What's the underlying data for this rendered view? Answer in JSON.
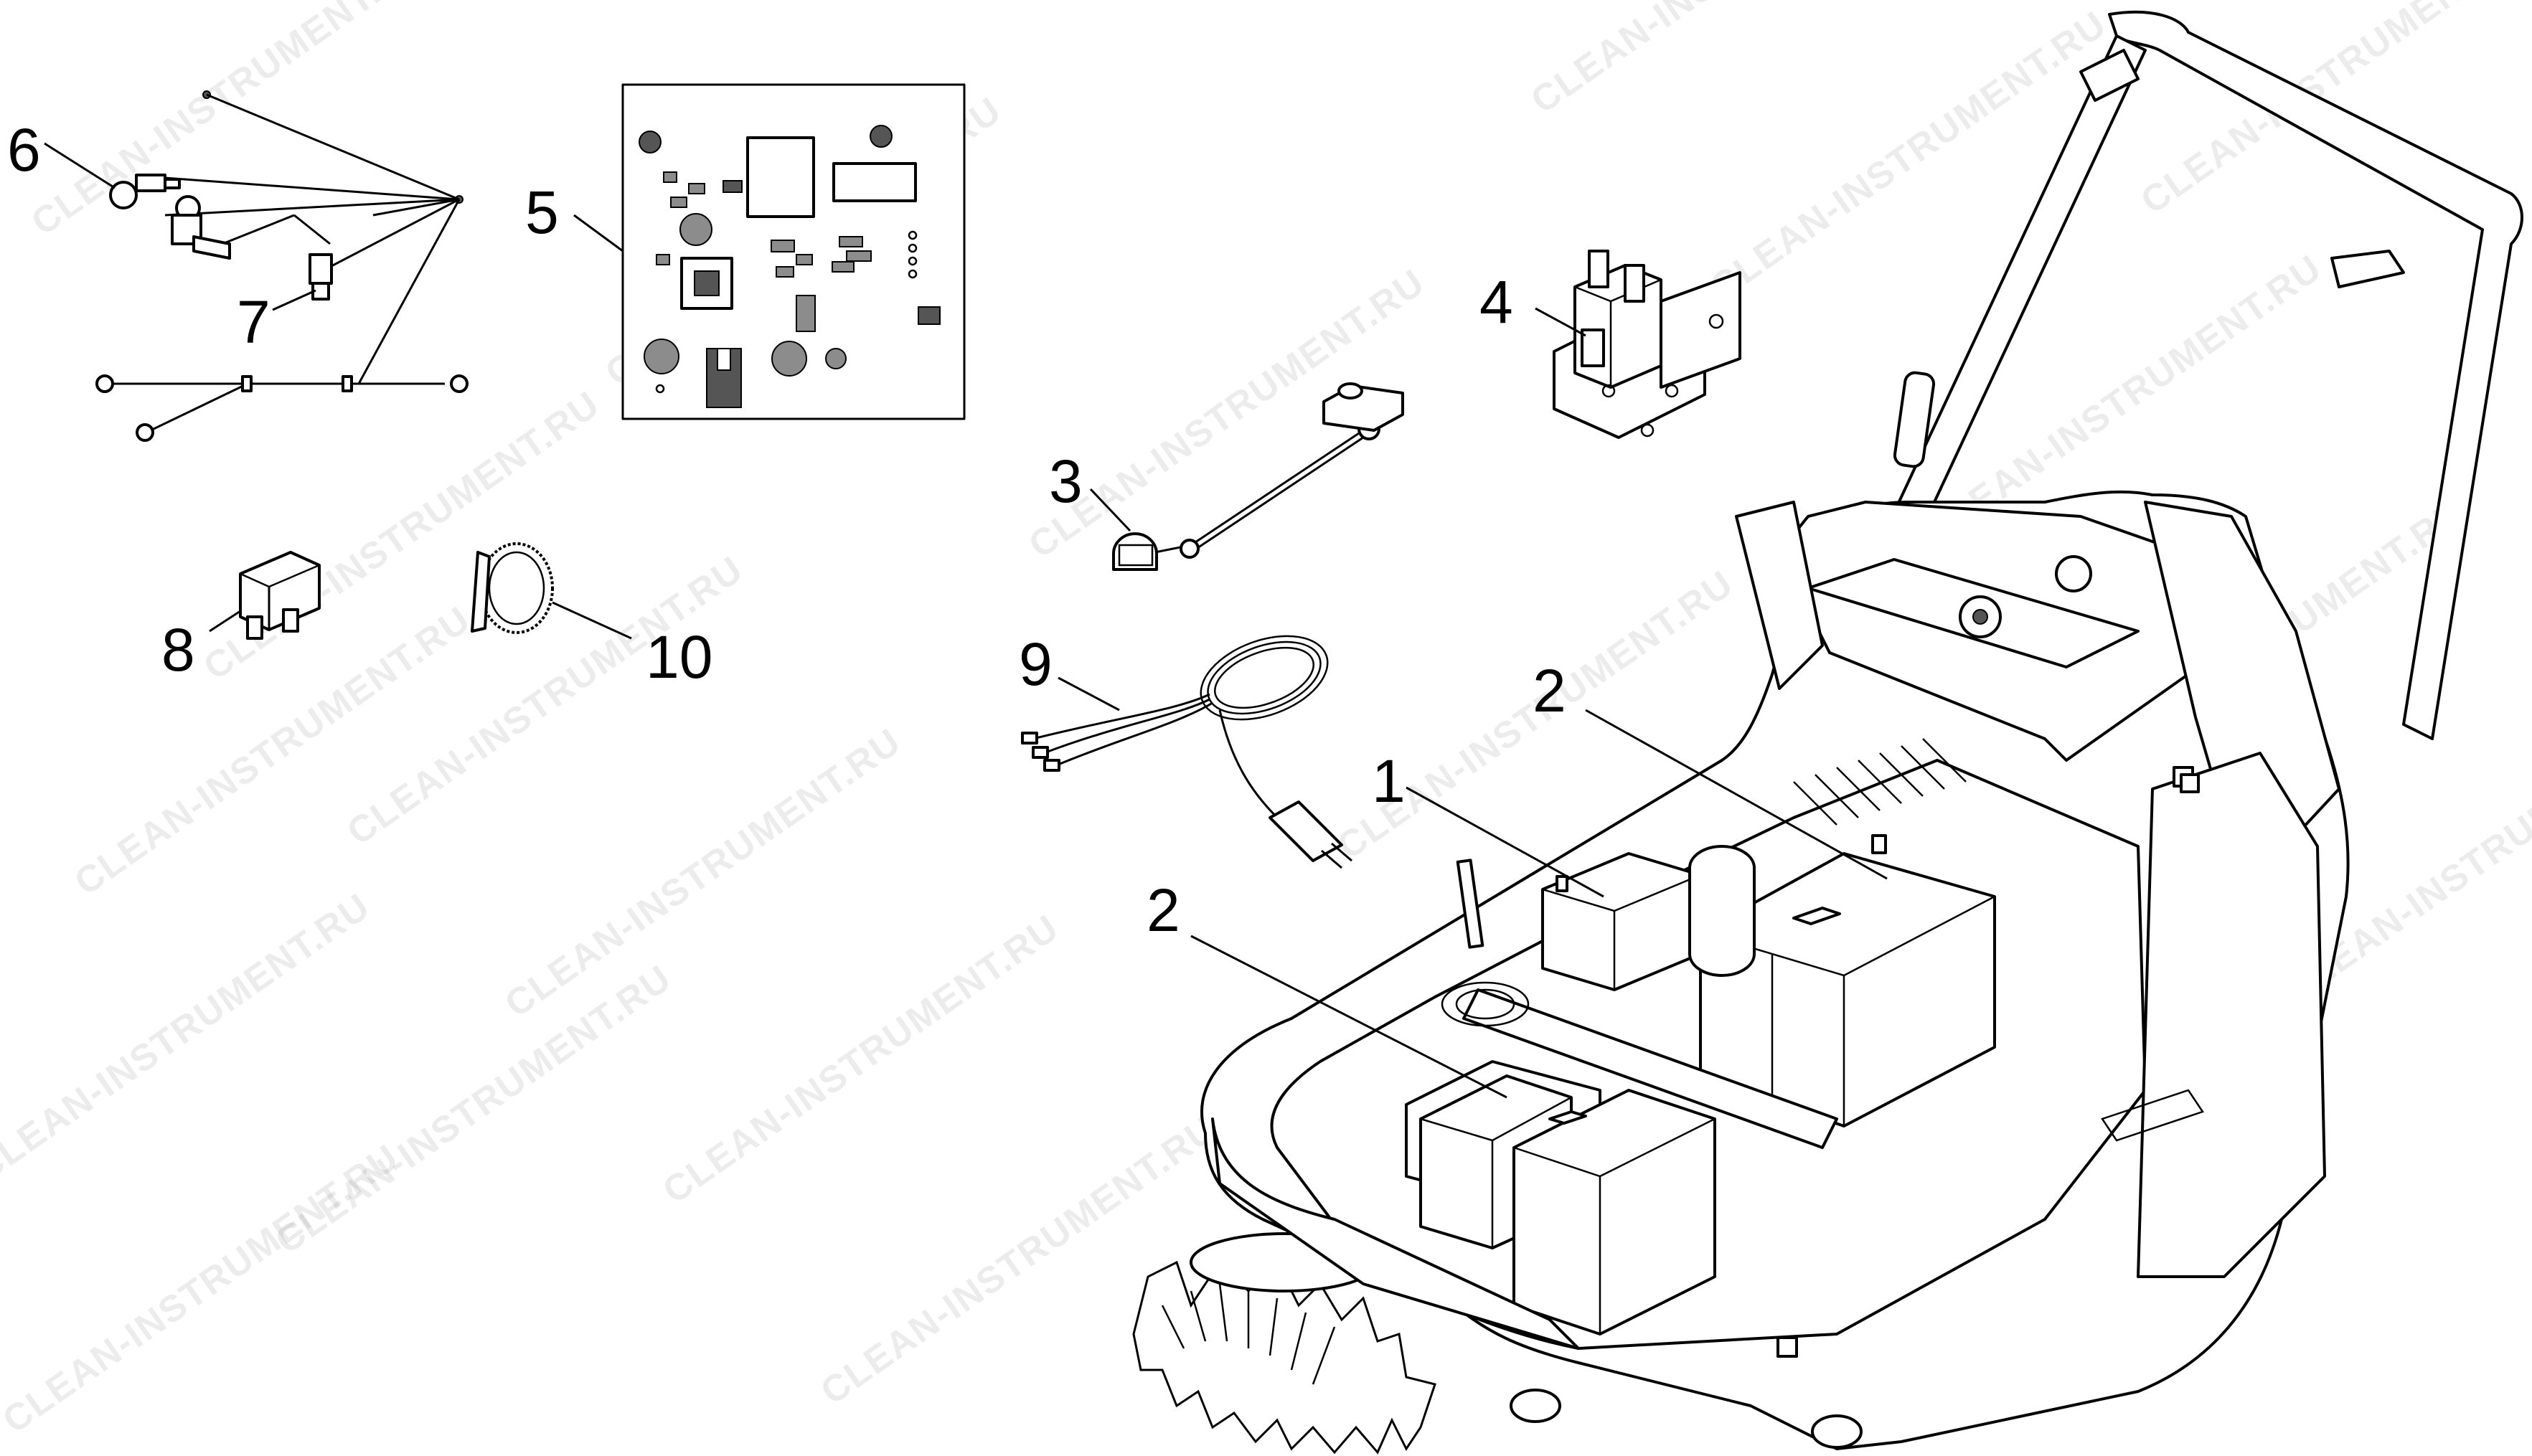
{
  "watermark": "CLEAN-INSTRUMENT.RU",
  "callouts": {
    "c1": "1",
    "c2a": "2",
    "c2b": "2",
    "c3": "3",
    "c4": "4",
    "c5": "5",
    "c6": "6",
    "c7": "7",
    "c8": "8",
    "c9": "9",
    "c10": "10"
  },
  "parts": {
    "sweeper": "sweeper-icon",
    "battery": "battery-icon",
    "battery_cable": "battery-cable-icon",
    "solenoid": "solenoid-relay-icon",
    "control_board": "circuit-board-icon",
    "wiring_harness": "wiring-harness-icon",
    "fuse": "fuse-icon",
    "charger_cable": "charger-cable-icon",
    "cable_tie": "cable-tie-icon"
  }
}
